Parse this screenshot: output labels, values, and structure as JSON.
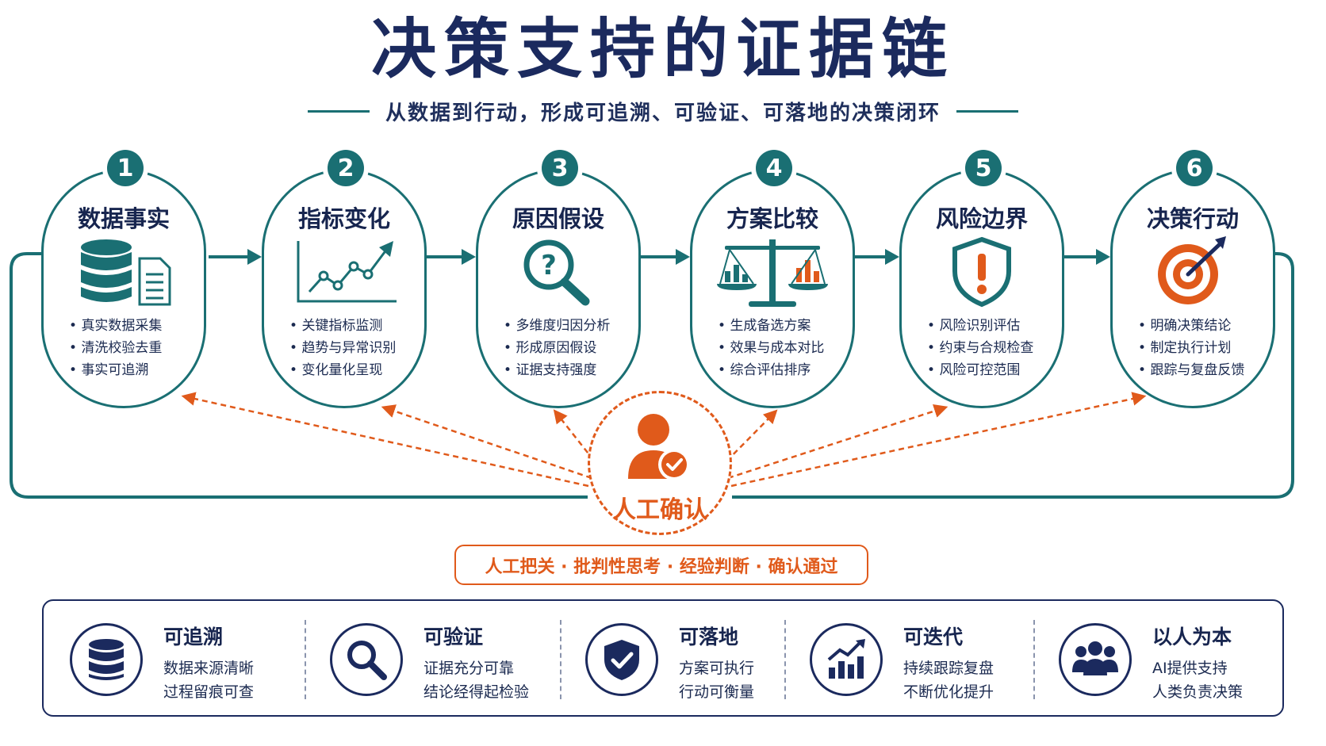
{
  "title": "决策支持的证据链",
  "subtitle": "从数据到行动，形成可追溯、可验证、可落地的决策闭环",
  "colors": {
    "teal": "#1a6f73",
    "navy": "#1b2a5e",
    "orange": "#e05a1b"
  },
  "steps": [
    {
      "number": "1",
      "title": "数据事实",
      "icon": "database-document-icon",
      "items": [
        "真实数据采集",
        "清洗校验去重",
        "事实可追溯"
      ]
    },
    {
      "number": "2",
      "title": "指标变化",
      "icon": "line-chart-icon",
      "items": [
        "关键指标监测",
        "趋势与异常识别",
        "变化量化呈现"
      ]
    },
    {
      "number": "3",
      "title": "原因假设",
      "icon": "question-magnifier-icon",
      "items": [
        "多维度归因分析",
        "形成原因假设",
        "证据支持强度"
      ]
    },
    {
      "number": "4",
      "title": "方案比较",
      "icon": "balance-scale-icon",
      "items": [
        "生成备选方案",
        "效果与成本对比",
        "综合评估排序"
      ]
    },
    {
      "number": "5",
      "title": "风险边界",
      "icon": "warning-shield-icon",
      "items": [
        "风险识别评估",
        "约束与合规检查",
        "风险可控范围"
      ]
    },
    {
      "number": "6",
      "title": "决策行动",
      "icon": "target-arrow-icon",
      "items": [
        "明确决策结论",
        "制定执行计划",
        "跟踪与复盘反馈"
      ]
    }
  ],
  "human": {
    "label": "人工确认",
    "icon": "person-check-icon",
    "banner": "人工把关 · 批判性思考 · 经验判断 · 确认通过"
  },
  "properties": [
    {
      "title": "可追溯",
      "icon": "database-icon",
      "lines": [
        "数据来源清晰",
        "过程留痕可查"
      ]
    },
    {
      "title": "可验证",
      "icon": "magnifier-icon",
      "lines": [
        "证据充分可靠",
        "结论经得起检验"
      ]
    },
    {
      "title": "可落地",
      "icon": "shield-check-icon",
      "lines": [
        "方案可执行",
        "行动可衡量"
      ]
    },
    {
      "title": "可迭代",
      "icon": "growth-chart-icon",
      "lines": [
        "持续跟踪复盘",
        "不断优化提升"
      ]
    },
    {
      "title": "以人为本",
      "icon": "people-group-icon",
      "lines": [
        "AI提供支持",
        "人类负责决策"
      ]
    }
  ]
}
